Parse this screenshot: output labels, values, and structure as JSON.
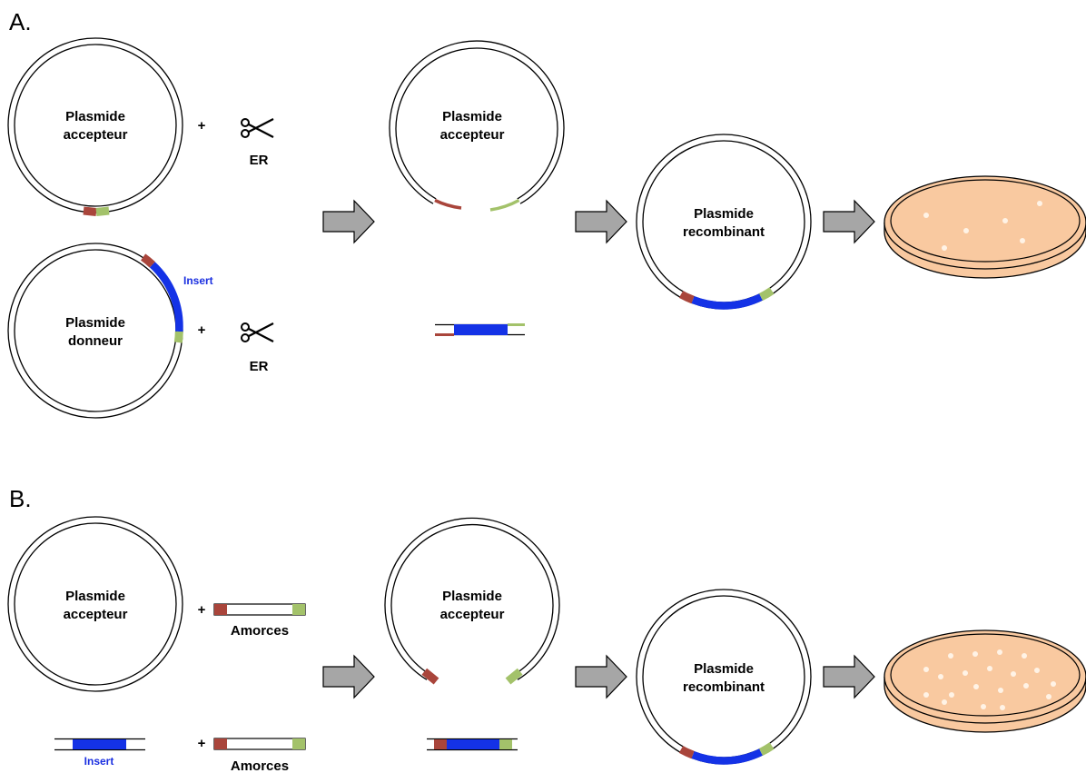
{
  "colors": {
    "brick": "#a9453b",
    "green": "#a3c26a",
    "insert_blue": "#1432e6",
    "arrow_fill": "#a6a6a6",
    "agar": "#f9c9a0"
  },
  "panelA": {
    "label": "A.",
    "acceptor_line1": "Plasmide",
    "acceptor_line2": "accepteur",
    "donor_line1": "Plasmide",
    "donor_line2": "donneur",
    "insert": "Insert",
    "enzyme1": "ER",
    "enzyme2": "ER",
    "plus1": "+",
    "plus2": "+",
    "cut_line1": "Plasmide",
    "cut_line2": "accepteur",
    "recomb_line1": "Plasmide",
    "recomb_line2": "recombinant"
  },
  "panelB": {
    "label": "B.",
    "acceptor_line1": "Plasmide",
    "acceptor_line2": "accepteur",
    "primers1": "Amorces",
    "primers2": "Amorces",
    "insert": "Insert",
    "plus1": "+",
    "plus2": "+",
    "cut_line1": "Plasmide",
    "cut_line2": "accepteur",
    "recomb_line1": "Plasmide",
    "recomb_line2": "recombinant"
  },
  "icons": [
    "scissors-icon",
    "arrow-icon",
    "petri-dish-icon"
  ]
}
